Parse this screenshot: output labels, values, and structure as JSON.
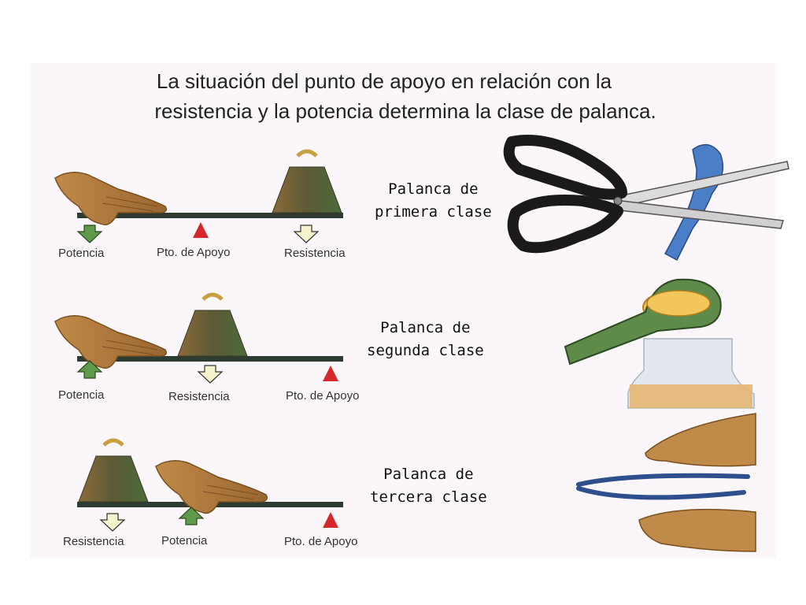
{
  "title": {
    "line1": "La situación del punto de apoyo en relación con la",
    "line2": "resistencia y la potencia determina la clase de palanca."
  },
  "levers": [
    {
      "class_line1": "Palanca de",
      "class_line2": "primera clase",
      "labels": [
        "Potencia",
        "Pto. de Apoyo",
        "Resistencia"
      ],
      "example": "scissors-illustration"
    },
    {
      "class_line1": "Palanca de",
      "class_line2": "segunda clase",
      "labels": [
        "Potencia",
        "Resistencia",
        "Pto. de Apoyo"
      ],
      "example": "bottle-opener-illustration"
    },
    {
      "class_line1": "Palanca de",
      "class_line2": "tercera clase",
      "labels": [
        "Resistencia",
        "Potencia",
        "Pto. de Apoyo"
      ],
      "example": "tweezers-illustration"
    }
  ],
  "colors": {
    "beam": "#2d3b33",
    "fulcrum": "#d4282c",
    "weight": "#6a5a30",
    "hand": "#b07a3c",
    "arrow_green": "#5e9a4a",
    "arrow_light": "#f4f3cc"
  }
}
